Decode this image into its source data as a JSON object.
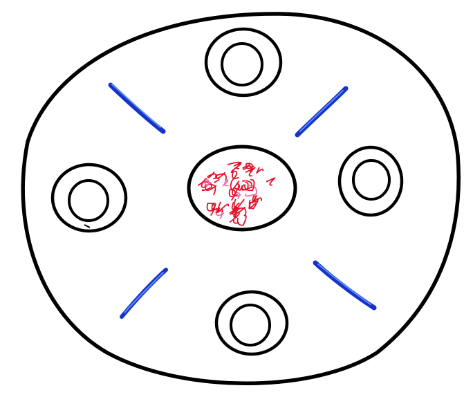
{
  "colors": {
    "background": "#ffffff",
    "outline": "#000000",
    "spoke": "#1533c8",
    "spoke_highlight": "#5a8cff",
    "core": "#e0112b",
    "core_accent": "#f06aa8"
  },
  "diagram": {
    "outer_ring_count": 1,
    "satellite_ring_count": 4,
    "spoke_count": 4,
    "core_count": 1
  }
}
